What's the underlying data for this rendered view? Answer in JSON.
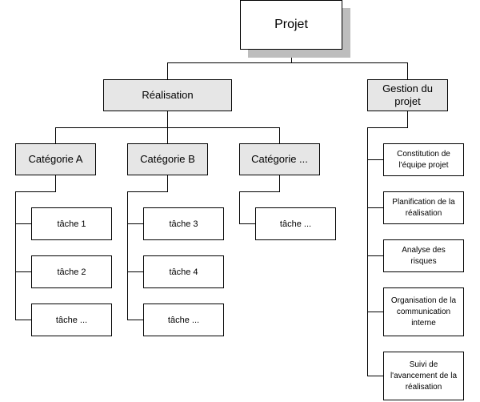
{
  "root": {
    "label": "Projet"
  },
  "branches": [
    {
      "label": "Réalisation",
      "categories": [
        {
          "label": "Catégorie A",
          "tasks": [
            "tâche 1",
            "tâche 2",
            "tâche ..."
          ]
        },
        {
          "label": "Catégorie B",
          "tasks": [
            "tâche 3",
            "tâche 4",
            "tâche ..."
          ]
        },
        {
          "label": "Catégorie ...",
          "tasks": [
            "tâche ..."
          ]
        }
      ]
    },
    {
      "label": "Gestion du projet",
      "items": [
        "Constitution de l'équipe projet",
        "Planification de la réalisation",
        "Analyse des risques",
        "Organisation de la communication interne",
        "Suivi de l'avancement de la réalisation"
      ]
    }
  ],
  "colors": {
    "box_fill_level2": "#e6e6e6",
    "root_shadow": "#bdbdbd",
    "line": "#000000"
  }
}
